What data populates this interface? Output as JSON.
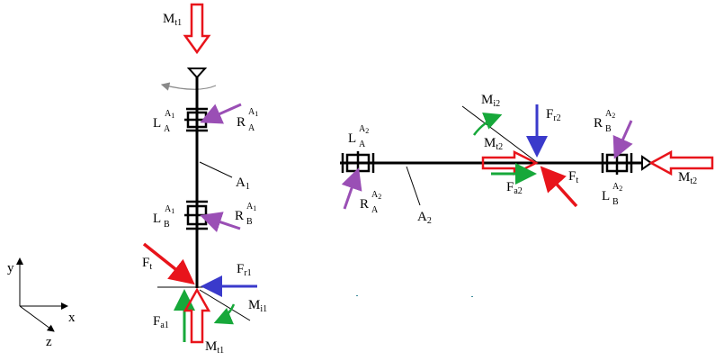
{
  "colors": {
    "line": "#000000",
    "red": "#e8141b",
    "blue": "#3a3acb",
    "green": "#17a83a",
    "purple": "#9a4fb5",
    "gray": "#8a8a8a"
  },
  "labels": {
    "mt1_top": "M",
    "mt1_top_sub": "t1",
    "la1_L": "L",
    "la1_sup": "A",
    "la1_supsub": "1",
    "la1_sub": "A",
    "ra1_R": "R",
    "ra1_sup": "A",
    "ra1_supsub": "1",
    "ra1_sub": "A",
    "a1": "A",
    "a1_sub": "1",
    "lb1_L": "L",
    "lb1_sup": "A",
    "lb1_supsub": "1",
    "lb1_sub": "B",
    "rb1_R": "R",
    "rb1_sup": "A",
    "rb1_supsub": "1",
    "rb1_sub": "B",
    "ft_left": "F",
    "ft_left_sub": "t",
    "fr1": "F",
    "fr1_sub": "r1",
    "mi1": "M",
    "mi1_sub": "i1",
    "fa1": "F",
    "fa1_sub": "a1",
    "mt1_bottom": "M",
    "mt1_bottom_sub": "t1",
    "axis_y": "y",
    "axis_x": "x",
    "axis_z": "z",
    "la2_L": "L",
    "la2_sup": "A",
    "la2_supsub": "2",
    "la2_sub": "A",
    "ra2_R": "R",
    "ra2_sup": "A",
    "ra2_supsub": "2",
    "ra2_sub": "A",
    "a2": "A",
    "a2_sub": "2",
    "mi2": "M",
    "mi2_sub": "i2",
    "fr2": "F",
    "fr2_sub": "r2",
    "mt2_mid": "M",
    "mt2_mid_sub": "t2",
    "fa2": "F",
    "fa2_sub": "a2",
    "ft_right": "F",
    "ft_right_sub": "t",
    "rb2_R": "R",
    "rb2_sup": "A",
    "rb2_supsub": "2",
    "rb2_sub": "B",
    "lb2_L": "L",
    "lb2_sup": "A",
    "lb2_supsub": "2",
    "lb2_sub": "B",
    "mt2_right": "M",
    "mt2_right_sub": "t2"
  }
}
